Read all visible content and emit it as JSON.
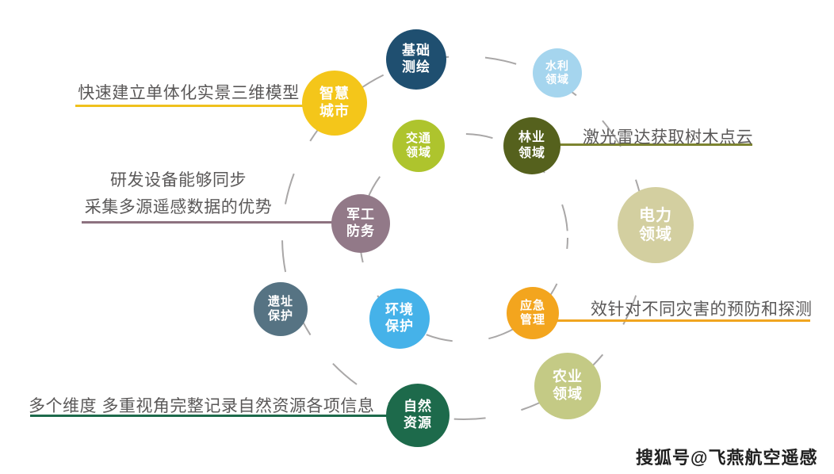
{
  "diagram": {
    "ring_color": "#a9a7a7",
    "text_color": "#5a5858"
  },
  "bubbles": [
    {
      "name": "basic-surveying",
      "line1": "基础",
      "line2": "测绘",
      "color": "#1f4f70"
    },
    {
      "name": "water-conservancy",
      "line1": "水利",
      "line2": "领域",
      "color": "#a5d5ee"
    },
    {
      "name": "smart-city",
      "line1": "智慧",
      "line2": "城市",
      "color": "#f4c61a"
    },
    {
      "name": "transportation",
      "line1": "交通",
      "line2": "领域",
      "color": "#aec42d"
    },
    {
      "name": "forestry",
      "line1": "林业",
      "line2": "领域",
      "color": "#55611d"
    },
    {
      "name": "military-defense",
      "line1": "军工",
      "line2": "防务",
      "color": "#927988"
    },
    {
      "name": "electric-power",
      "line1": "电力",
      "line2": "领域",
      "color": "#d3cfa0"
    },
    {
      "name": "heritage-protection",
      "line1": "遗址",
      "line2": "保护",
      "color": "#567383"
    },
    {
      "name": "environmental-protection",
      "line1": "环境",
      "line2": "保护",
      "color": "#45b2e9"
    },
    {
      "name": "emergency-management",
      "line1": "应急",
      "line2": "管理",
      "color": "#f3a51e"
    },
    {
      "name": "agriculture",
      "line1": "农业",
      "line2": "领域",
      "color": "#c4ca85"
    },
    {
      "name": "natural-resources",
      "line1": "自然",
      "line2": "资源",
      "color": "#1d6a4b"
    }
  ],
  "annotations": {
    "smart_city": {
      "text": "快速建立单体化实景三维模型",
      "underline_color": "#f0c11d"
    },
    "military": {
      "line1": "研发设备能够同步",
      "line2": "采集多源遥感数据的优势",
      "underline_color": "#8d7280"
    },
    "forestry": {
      "text": "激光雷达获取树木点云",
      "underline_color": "#7d8430"
    },
    "emergency": {
      "text": "效针对不同灾害的预防和探测",
      "underline_color": "#f0a51f"
    },
    "natural_resources": {
      "text": "多个维度 多重视角完整记录自然资源各项信息",
      "underline_color": "#1d6a4b"
    }
  },
  "watermark": {
    "text": "搜狐号@飞燕航空遥感"
  }
}
